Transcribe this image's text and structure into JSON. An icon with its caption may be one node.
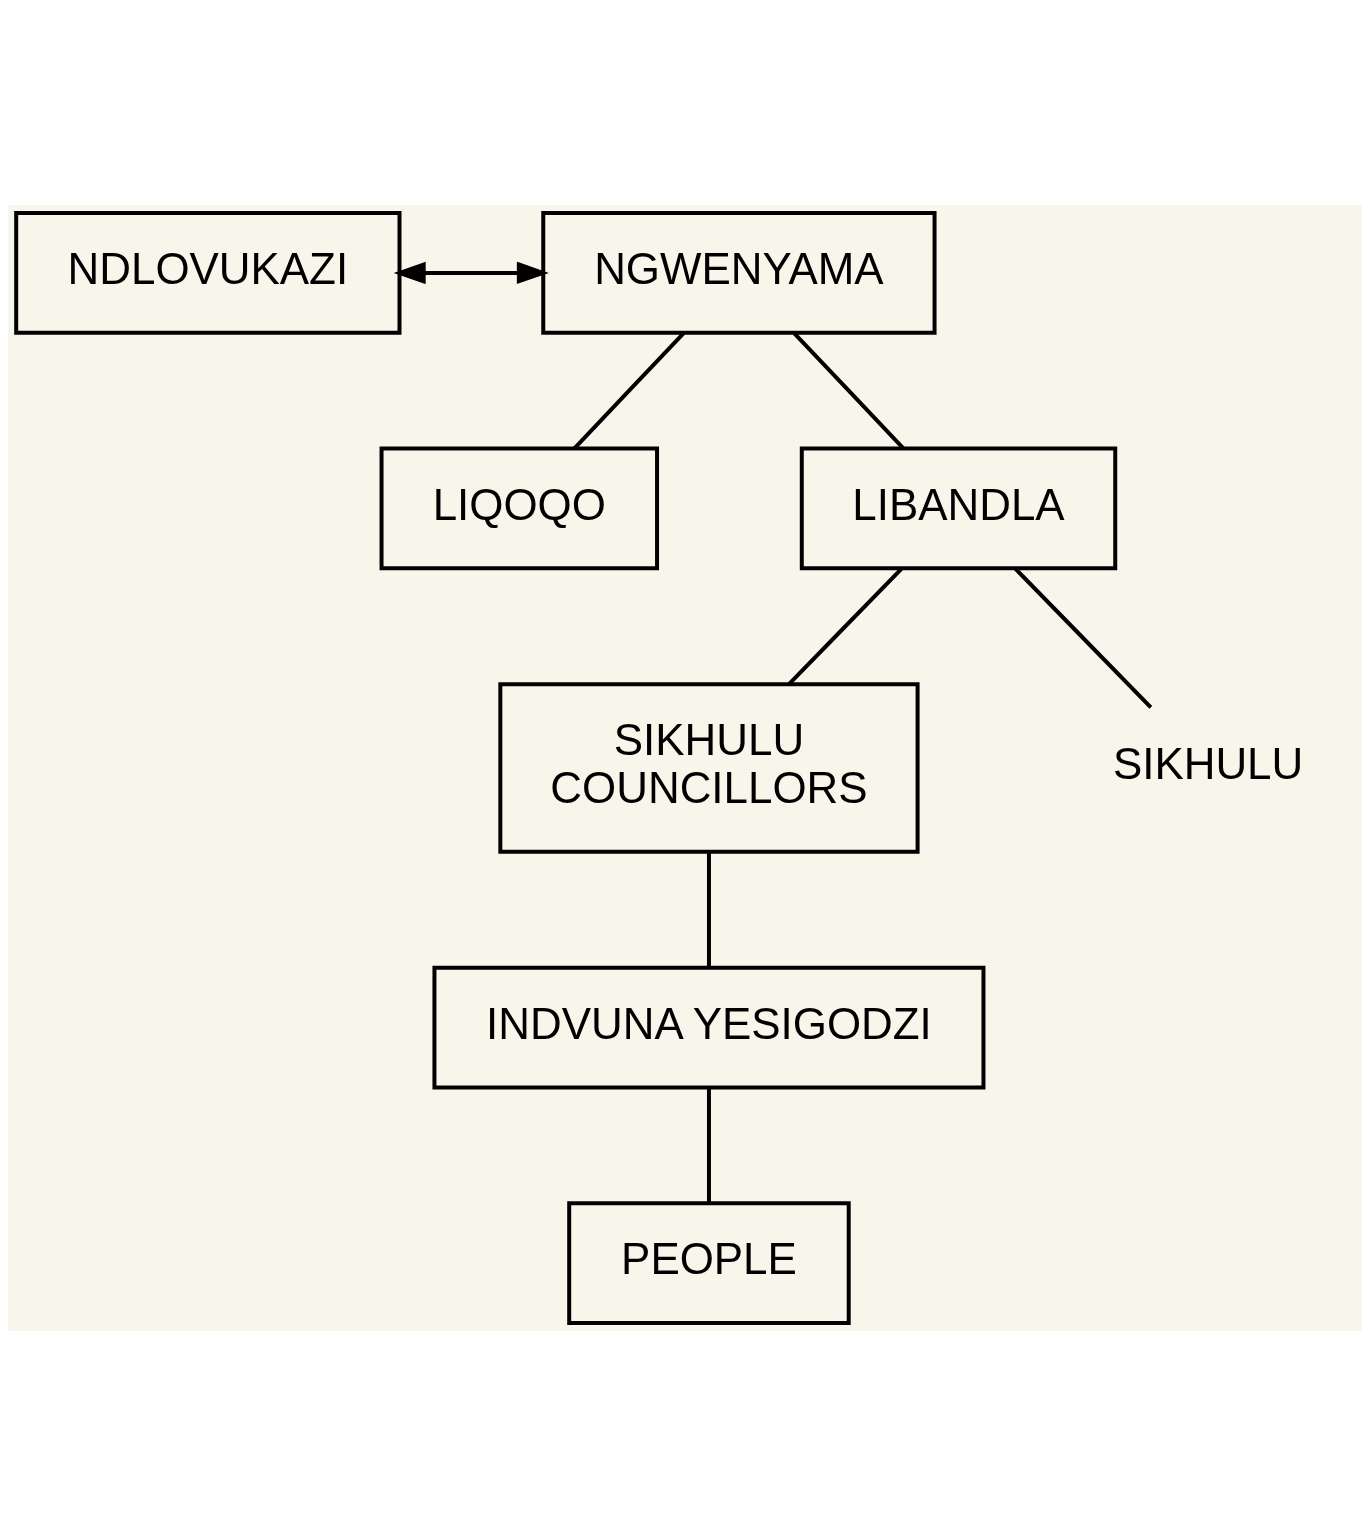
{
  "diagram": {
    "nodes": [
      {
        "text": [
          "NDLOVUKAZI"
        ]
      },
      {
        "text": [
          "NGWENYAMA"
        ]
      },
      {
        "text": [
          "LIQOQO"
        ]
      },
      {
        "text": [
          "LIBANDLA"
        ]
      },
      {
        "text": [
          "SIKHULU",
          "COUNCILLORS"
        ]
      },
      {
        "text": [
          "SIKHULU"
        ]
      },
      {
        "text": [
          "INDVUNA YESIGODZI"
        ]
      },
      {
        "text": [
          "PEOPLE"
        ]
      }
    ],
    "edges": [
      {
        "from": 0,
        "to": 1,
        "arrow": "both"
      },
      {
        "from": 1,
        "to": 2,
        "arrow": "none"
      },
      {
        "from": 1,
        "to": 3,
        "arrow": "none"
      },
      {
        "from": 3,
        "to": 4,
        "arrow": "none"
      },
      {
        "from": 3,
        "to": 5,
        "arrow": "none"
      },
      {
        "from": 4,
        "to": 6,
        "arrow": "none"
      },
      {
        "from": 6,
        "to": 7,
        "arrow": "none"
      }
    ]
  }
}
